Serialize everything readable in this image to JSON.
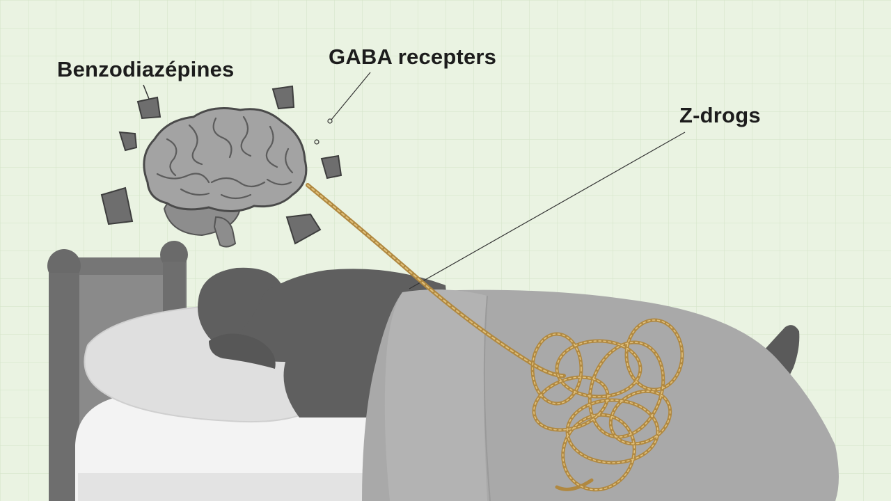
{
  "labels": {
    "benzodiazepines": "Benzodiazépines",
    "gaba_receptors": "GABA recepters",
    "z_drugs": "Z-drogs"
  },
  "colors": {
    "background": "#eaf3e2",
    "grid": "#d3e3c7",
    "silhouette": "#5f5f5f",
    "blanket": "#a9a9a9",
    "pillow": "#dedede",
    "mattress": "#f3f3f3",
    "bed_frame": "#747474",
    "brain": "#9c9c9c",
    "rope": "#c9a55a",
    "fragments": "#6e6e6e",
    "text": "#1c1c1c"
  },
  "icons": {
    "brain": "brain-icon",
    "bed": "bed-icon",
    "sleeper": "sleeping-person-silhouette",
    "rope": "tangled-rope",
    "fragments": "broken-pieces"
  }
}
